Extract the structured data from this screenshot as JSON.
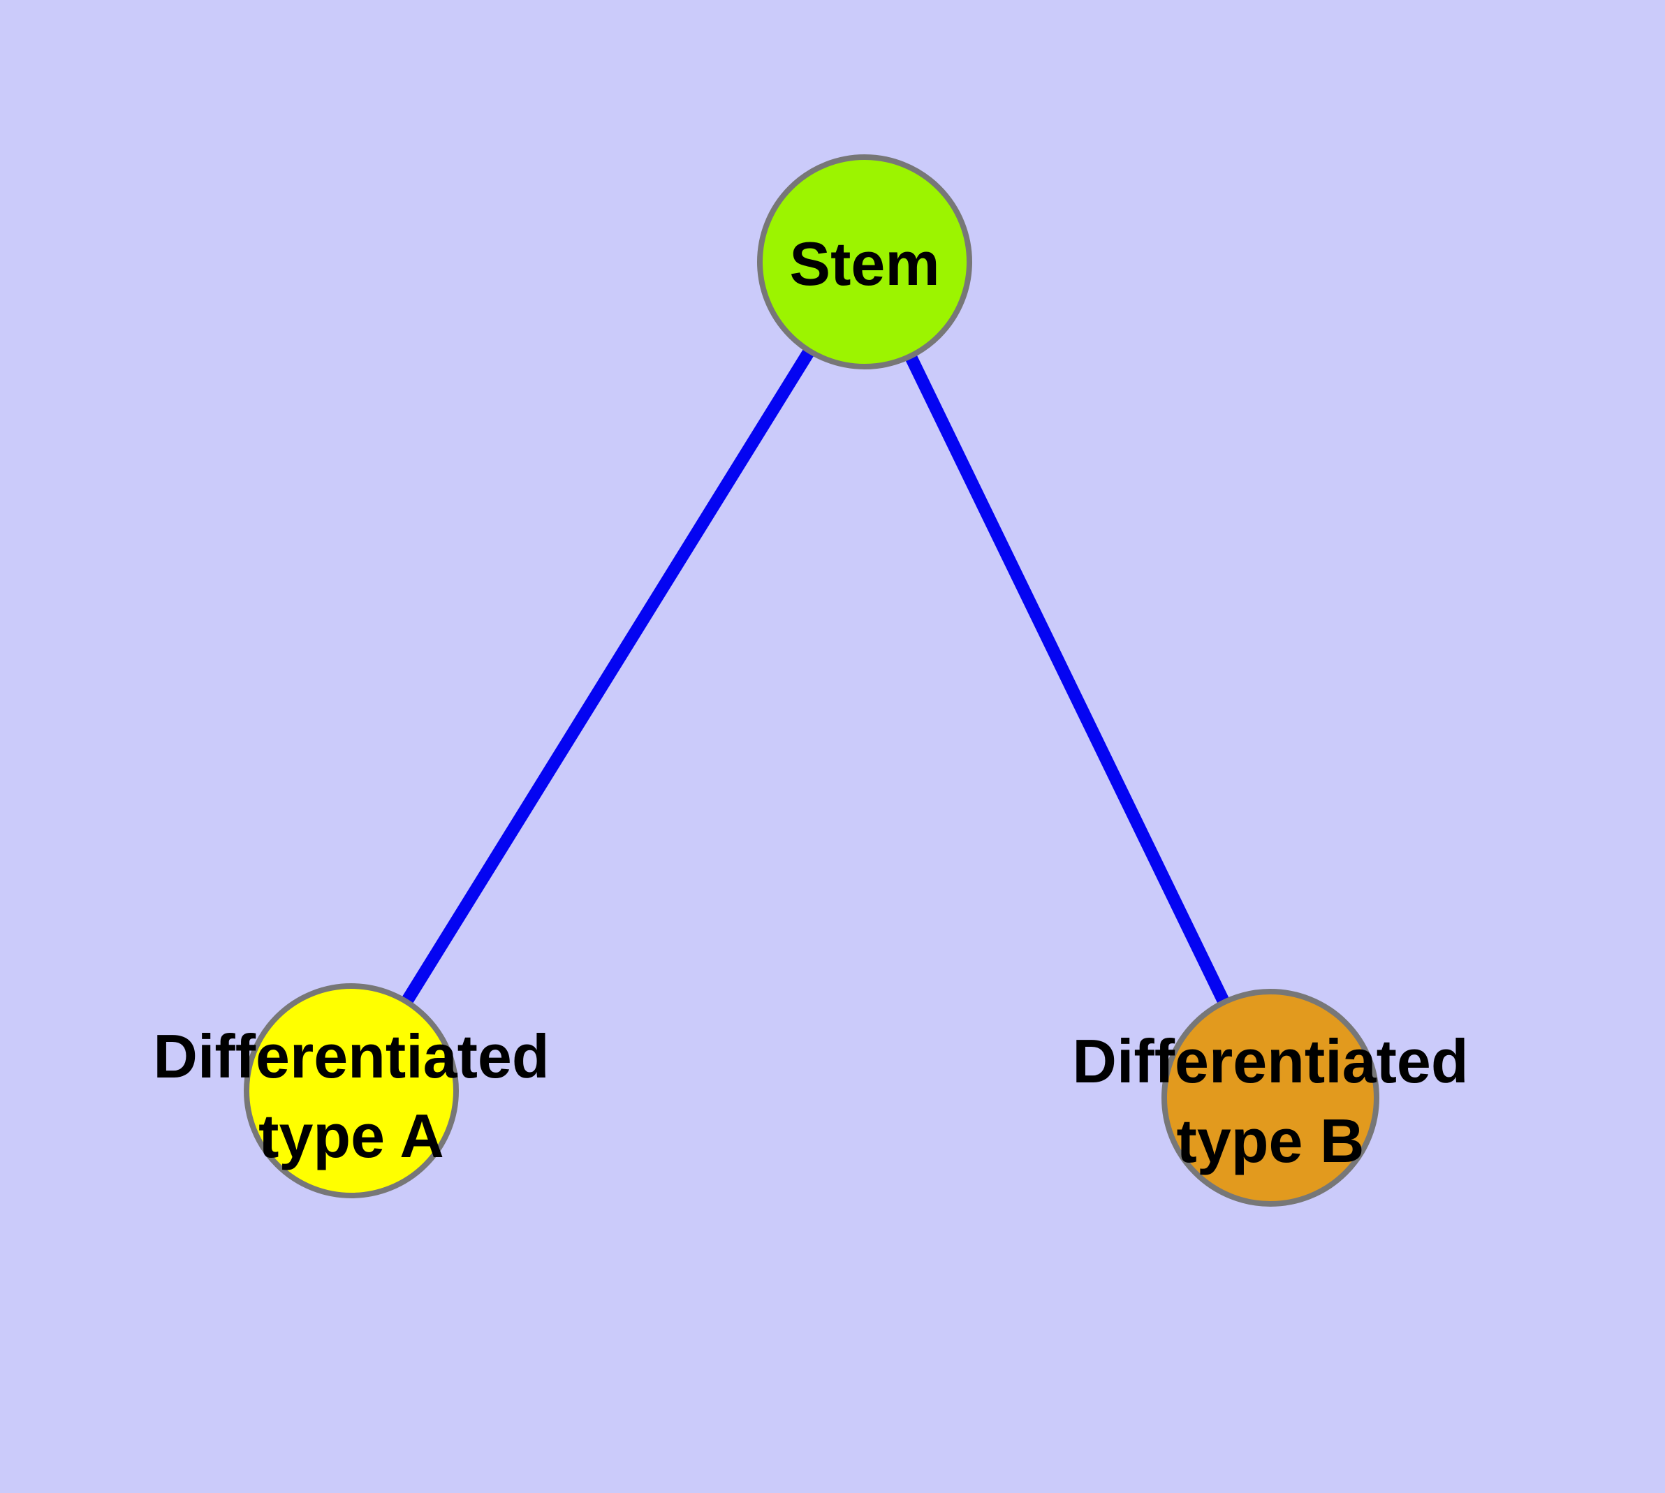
{
  "figure": {
    "type": "graph-diagram",
    "background_color": "#cbcbfa",
    "edge_color": "#0404f2",
    "node_border_color": "#777777",
    "label_color": "#000000"
  },
  "nodes": {
    "stem": {
      "label": "Stem",
      "fill": "#9cf400"
    },
    "type_a": {
      "label": "Differentiated type A",
      "line1": "Differentiated",
      "line2": "type A",
      "fill": "#ffff00"
    },
    "type_b": {
      "label": "Differentiated type B",
      "line1": "Differentiated",
      "line2": "type B",
      "fill": "#e29a1e"
    }
  },
  "edges": [
    {
      "from": "Stem",
      "to": "Differentiated type A"
    },
    {
      "from": "Stem",
      "to": "Differentiated type B"
    }
  ]
}
